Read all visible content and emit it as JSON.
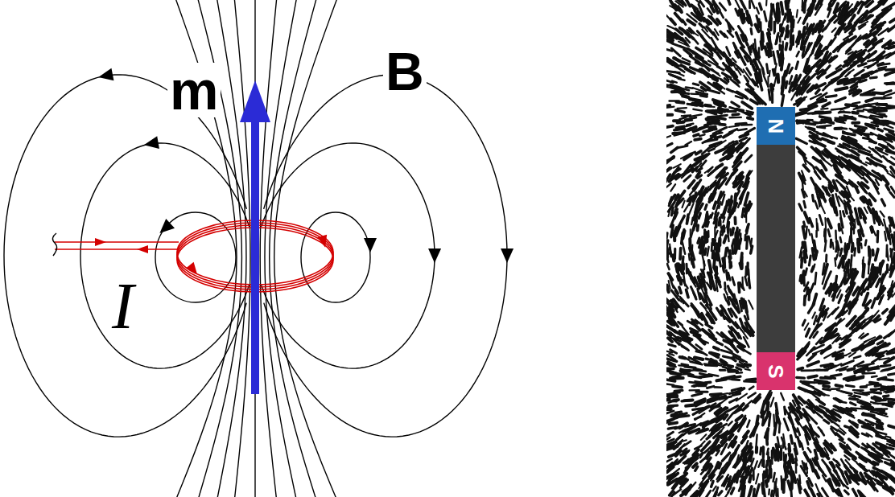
{
  "diagram": {
    "nodes": [
      {
        "text": [
          "N"
        ]
      },
      {
        "text": [
          "S"
        ]
      }
    ],
    "labels": [
      "m",
      "B",
      "I"
    ]
  }
}
